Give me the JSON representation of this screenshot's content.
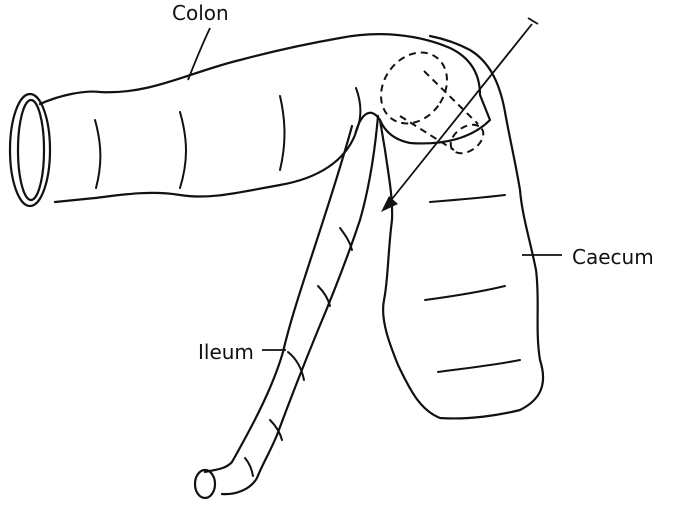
{
  "labels": {
    "colon": "Colon",
    "caecum": "Caecum",
    "ileum": "Ileum"
  },
  "colors": {
    "line": "#111111",
    "background": "#ffffff"
  }
}
